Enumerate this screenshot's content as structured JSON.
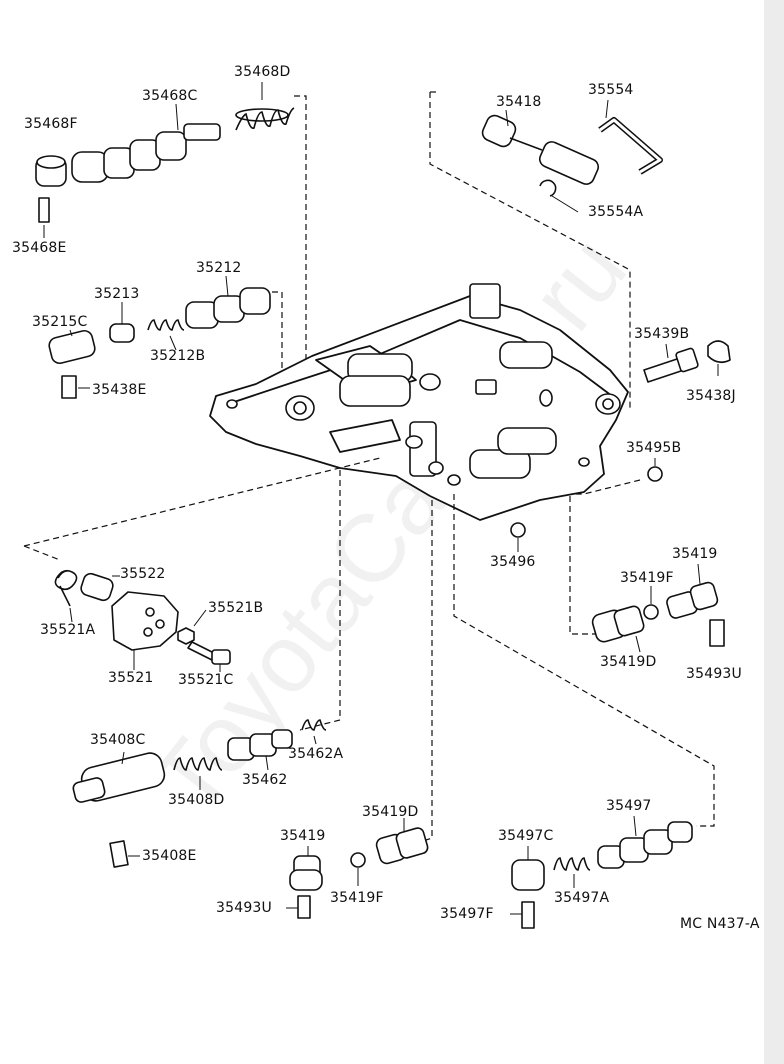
{
  "watermark": "ToyotaCarline.ru",
  "diagram_code": "MC N437-A",
  "parts": {
    "p35468D": "35468D",
    "p35468C": "35468C",
    "p35468F": "35468F",
    "p35468E": "35468E",
    "p35418": "35418",
    "p35554": "35554",
    "p35554A": "35554A",
    "p35212": "35212",
    "p35213": "35213",
    "p35215C": "35215C",
    "p35212B": "35212B",
    "p35438E": "35438E",
    "p35439B": "35439B",
    "p35438J": "35438J",
    "p35495B": "35495B",
    "p35496": "35496",
    "p35522": "35522",
    "p35521A": "35521A",
    "p35521B": "35521B",
    "p35521": "35521",
    "p35521C": "35521C",
    "p35419_right": "35419",
    "p35419F_right": "35419F",
    "p35419D_right": "35419D",
    "p35493U_right": "35493U",
    "p35408C": "35408C",
    "p35408D": "35408D",
    "p35462A": "35462A",
    "p35462": "35462",
    "p35408E": "35408E",
    "p35419D_mid": "35419D",
    "p35419_mid": "35419",
    "p35419F_mid": "35419F",
    "p35493U_mid": "35493U",
    "p35497": "35497",
    "p35497C": "35497C",
    "p35497A": "35497A",
    "p35497F": "35497F"
  }
}
